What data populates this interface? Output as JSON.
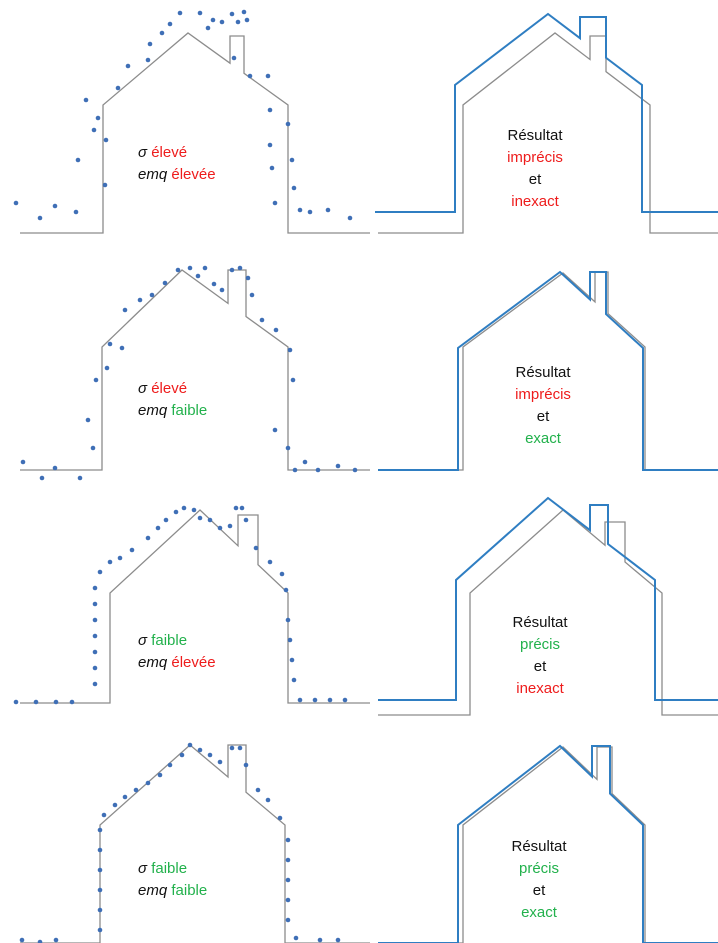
{
  "colors": {
    "reference": "#8c8c8c",
    "estimate": "#2f7ec2",
    "points": "#3f6fb6",
    "high_bad": "#ee1c1c",
    "low_good": "#22b14c"
  },
  "rows": [
    {
      "sigma": {
        "symbol": "σ",
        "value": "élevé",
        "color": "#ee1c1c"
      },
      "emq": {
        "symbol": "emq",
        "value": "élevée",
        "color": "#ee1c1c"
      },
      "result": {
        "title": "Résultat",
        "precision": {
          "text": "imprécis",
          "color": "#ee1c1c"
        },
        "joiner": "et",
        "accuracy": {
          "text": "inexact",
          "color": "#ee1c1c"
        }
      }
    },
    {
      "sigma": {
        "symbol": "σ",
        "value": "élevé",
        "color": "#ee1c1c"
      },
      "emq": {
        "symbol": "emq",
        "value": "faible",
        "color": "#22b14c"
      },
      "result": {
        "title": "Résultat",
        "precision": {
          "text": "imprécis",
          "color": "#ee1c1c"
        },
        "joiner": "et",
        "accuracy": {
          "text": "exact",
          "color": "#22b14c"
        }
      }
    },
    {
      "sigma": {
        "symbol": "σ",
        "value": "faible",
        "color": "#22b14c"
      },
      "emq": {
        "symbol": "emq",
        "value": "élevée",
        "color": "#ee1c1c"
      },
      "result": {
        "title": "Résultat",
        "precision": {
          "text": "précis",
          "color": "#22b14c"
        },
        "joiner": "et",
        "accuracy": {
          "text": "inexact",
          "color": "#ee1c1c"
        }
      }
    },
    {
      "sigma": {
        "symbol": "σ",
        "value": "faible",
        "color": "#22b14c"
      },
      "emq": {
        "symbol": "emq",
        "value": "faible",
        "color": "#22b14c"
      },
      "result": {
        "title": "Résultat",
        "precision": {
          "text": "précis",
          "color": "#22b14c"
        },
        "joiner": "et",
        "accuracy": {
          "text": "exact",
          "color": "#22b14c"
        }
      }
    }
  ]
}
